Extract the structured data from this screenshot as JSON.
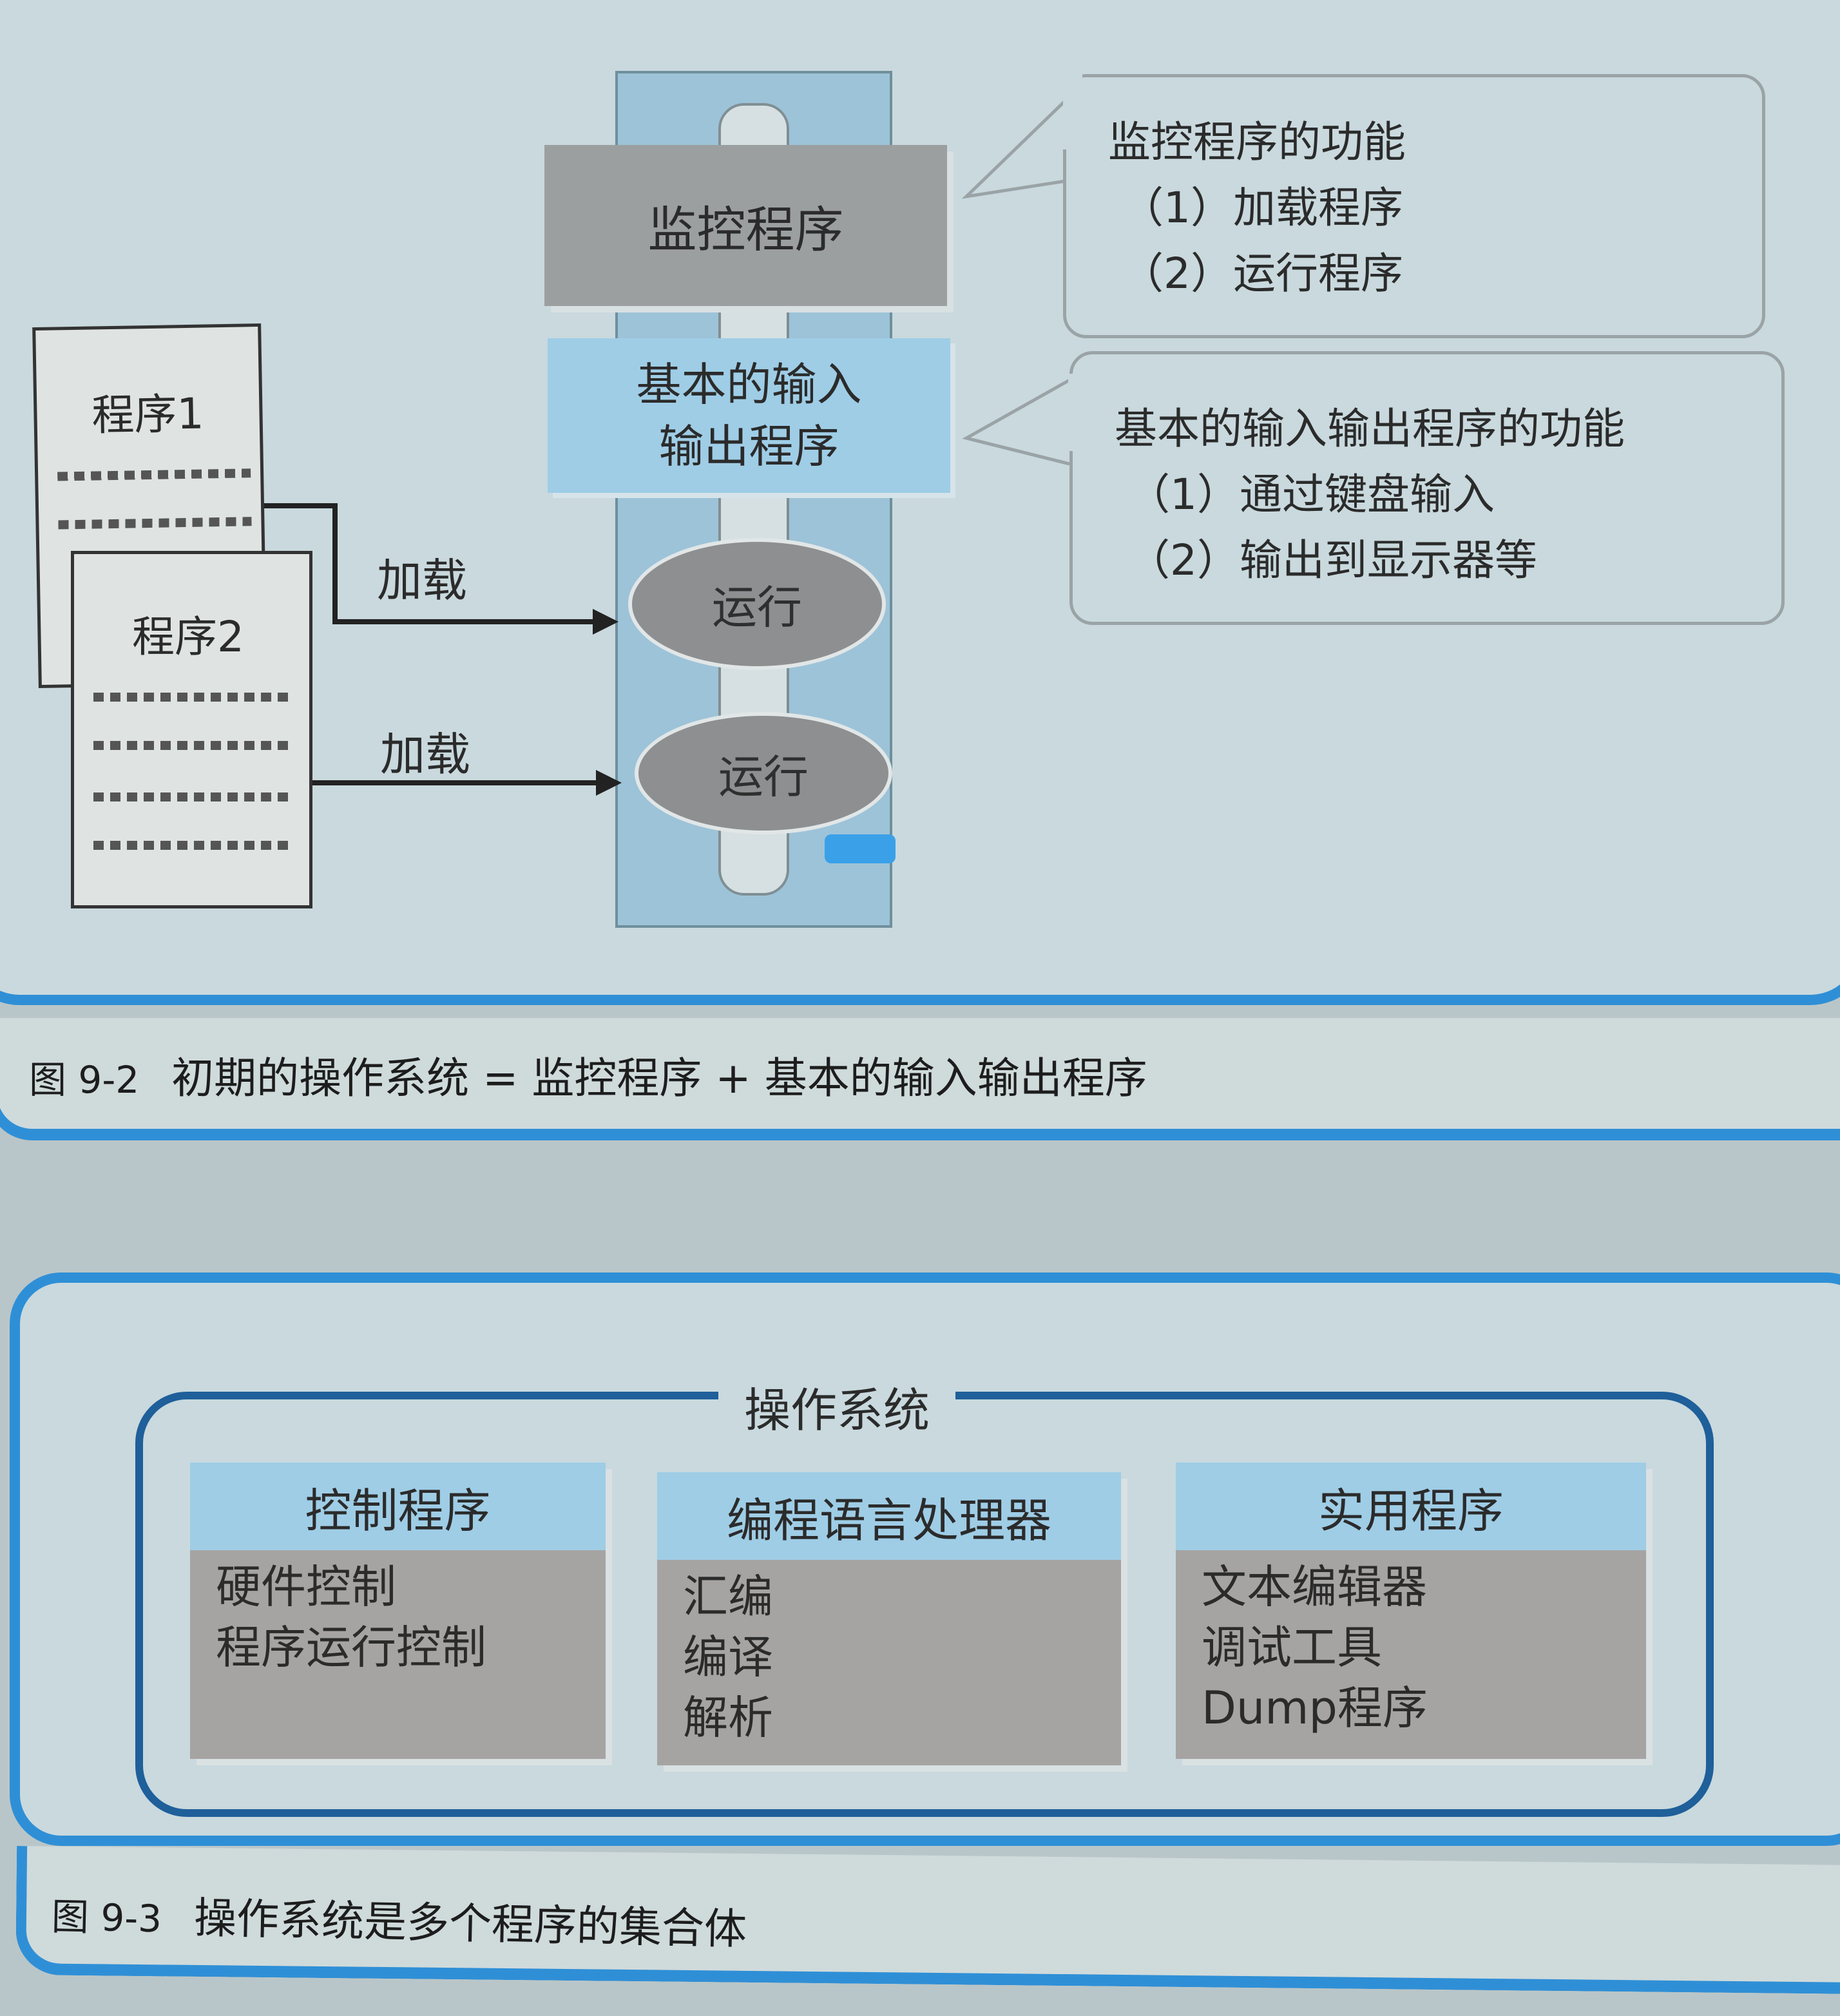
{
  "figure_9_2": {
    "monitor": "监控程序",
    "basic_io": [
      "基本的输入",
      "输出程序"
    ],
    "run_labels": [
      "运行",
      "运行"
    ],
    "load_labels": [
      "加载",
      "加载"
    ],
    "documents": [
      "程序1",
      "程序2"
    ],
    "monitor_callout": [
      "监控程序的功能",
      "（1）加载程序",
      "（2）运行程序"
    ],
    "io_callout": [
      "基本的输入输出程序的功能",
      "（1）通过键盘输入",
      "（2）输出到显示器等"
    ],
    "caption_number": "图 9-2",
    "caption_text": "初期的操作系统 = 监控程序 + 基本的输入输出程序"
  },
  "figure_9_3": {
    "os_label": "操作系统",
    "groups": [
      {
        "title": "控制程序",
        "items": [
          "硬件控制",
          "程序运行控制"
        ]
      },
      {
        "title": "编程语言处理器",
        "items": [
          "汇编",
          "编译",
          "解析"
        ]
      },
      {
        "title": "实用程序",
        "items": [
          "文本编辑器",
          "调试工具",
          "Dump程序"
        ]
      }
    ],
    "caption_number": "图 9-3",
    "caption_text": "操作系统是多个程序的集合体"
  },
  "colors": {
    "frame_blue": "#2f8fd6",
    "panel_bg": "#c9d9de",
    "box_gray": "#9c9fa0",
    "box_blue": "#9fcde6",
    "os_frame": "#1f5f9a"
  }
}
